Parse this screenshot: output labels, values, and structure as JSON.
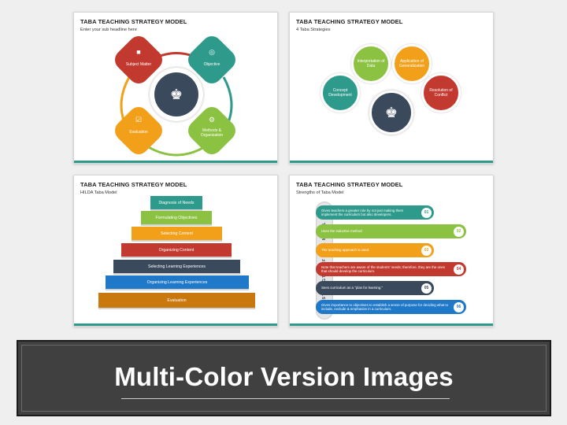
{
  "slides": [
    {
      "title": "TABA TEACHING STRATEGY MODEL",
      "subtitle": "Enter your sub headline here",
      "petals": [
        {
          "label": "Subject Matter",
          "color": "#c23a2f",
          "icon": "teacher-icon"
        },
        {
          "label": "Objective",
          "color": "#2e9a8b",
          "icon": "target-icon"
        },
        {
          "label": "Evaluation",
          "color": "#f2a019",
          "icon": "checklist-icon"
        },
        {
          "label": "Methods & Organization",
          "color": "#8cc242",
          "icon": "gears-icon"
        }
      ],
      "center_icon": "chess-strategy-icon"
    },
    {
      "title": "TABA TEACHING STRATEGY MODEL",
      "subtitle": "4 Taba Strategies",
      "circles": [
        {
          "label": "Concept Development",
          "color": "#2e9a8b"
        },
        {
          "label": "Interpretation of Data",
          "color": "#8cc242"
        },
        {
          "label": "Application of Generalization",
          "color": "#f2a019"
        },
        {
          "label": "Resolution of Conflict",
          "color": "#c23a2f"
        }
      ],
      "center_icon": "chess-strategy-icon"
    },
    {
      "title": "TABA TEACHING STRATEGY MODEL",
      "subtitle": "HILDA Taba Model",
      "steps": [
        {
          "label": "Diagnosis of Needs",
          "color": "#2e9a8b"
        },
        {
          "label": "Formulating Objectives",
          "color": "#8cc242"
        },
        {
          "label": "Selecting Content",
          "color": "#f2a019"
        },
        {
          "label": "Organizing Content",
          "color": "#c23a2f"
        },
        {
          "label": "Selecting Learning Experiences",
          "color": "#3a4a5c"
        },
        {
          "label": "Organizing Learning Experiences",
          "color": "#1f78c8"
        },
        {
          "label": "Evaluation",
          "color": "#c9780e"
        }
      ]
    },
    {
      "title": "TABA TEACHING STRATEGY MODEL",
      "subtitle": "Strengths of Taba Model",
      "side_label": "STRENGTHS OF TABA MODEL",
      "items": [
        {
          "num": "01",
          "text": "Gives teachers a greater role by not just making them implement the curriculum but also developers.",
          "color": "#2e9a8b"
        },
        {
          "num": "02",
          "text": "Uses the inductive method",
          "color": "#8cc242"
        },
        {
          "num": "03",
          "text": "The teaching approach is used.",
          "color": "#f2a019"
        },
        {
          "num": "04",
          "text": "Note that teachers are aware of the students' needs; therefore, they are the ones that should develop the curriculum.",
          "color": "#c23a2f"
        },
        {
          "num": "05",
          "text": "Sees curriculum as a \"plan for learning.\"",
          "color": "#3a4a5c"
        },
        {
          "num": "06",
          "text": "Gives importance to objectives to establish a sense of purpose for deciding what to include, exclude & emphasize in a curriculum.",
          "color": "#1f78c8"
        }
      ]
    }
  ],
  "banner": {
    "title": "Multi-Color Version Images"
  }
}
